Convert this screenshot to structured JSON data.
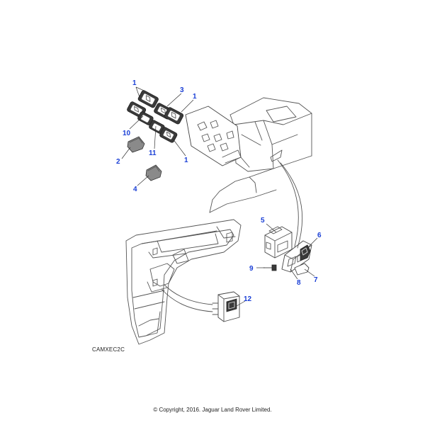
{
  "diagram": {
    "reference_code": "CAMXEC2C",
    "copyright": "© Copyright, 2016. Jaguar Land Rover Limited.",
    "callout_color": "#1a3fd6",
    "callouts": [
      {
        "id": "c1a",
        "label": "1"
      },
      {
        "id": "c3",
        "label": "3"
      },
      {
        "id": "c1b",
        "label": "1"
      },
      {
        "id": "c10",
        "label": "10"
      },
      {
        "id": "c11",
        "label": "11"
      },
      {
        "id": "c1c",
        "label": "1"
      },
      {
        "id": "c2",
        "label": "2"
      },
      {
        "id": "c4",
        "label": "4"
      },
      {
        "id": "c5",
        "label": "5"
      },
      {
        "id": "c6",
        "label": "6"
      },
      {
        "id": "c9",
        "label": "9"
      },
      {
        "id": "c7",
        "label": "7"
      },
      {
        "id": "c8",
        "label": "8"
      },
      {
        "id": "c12",
        "label": "12"
      }
    ]
  }
}
